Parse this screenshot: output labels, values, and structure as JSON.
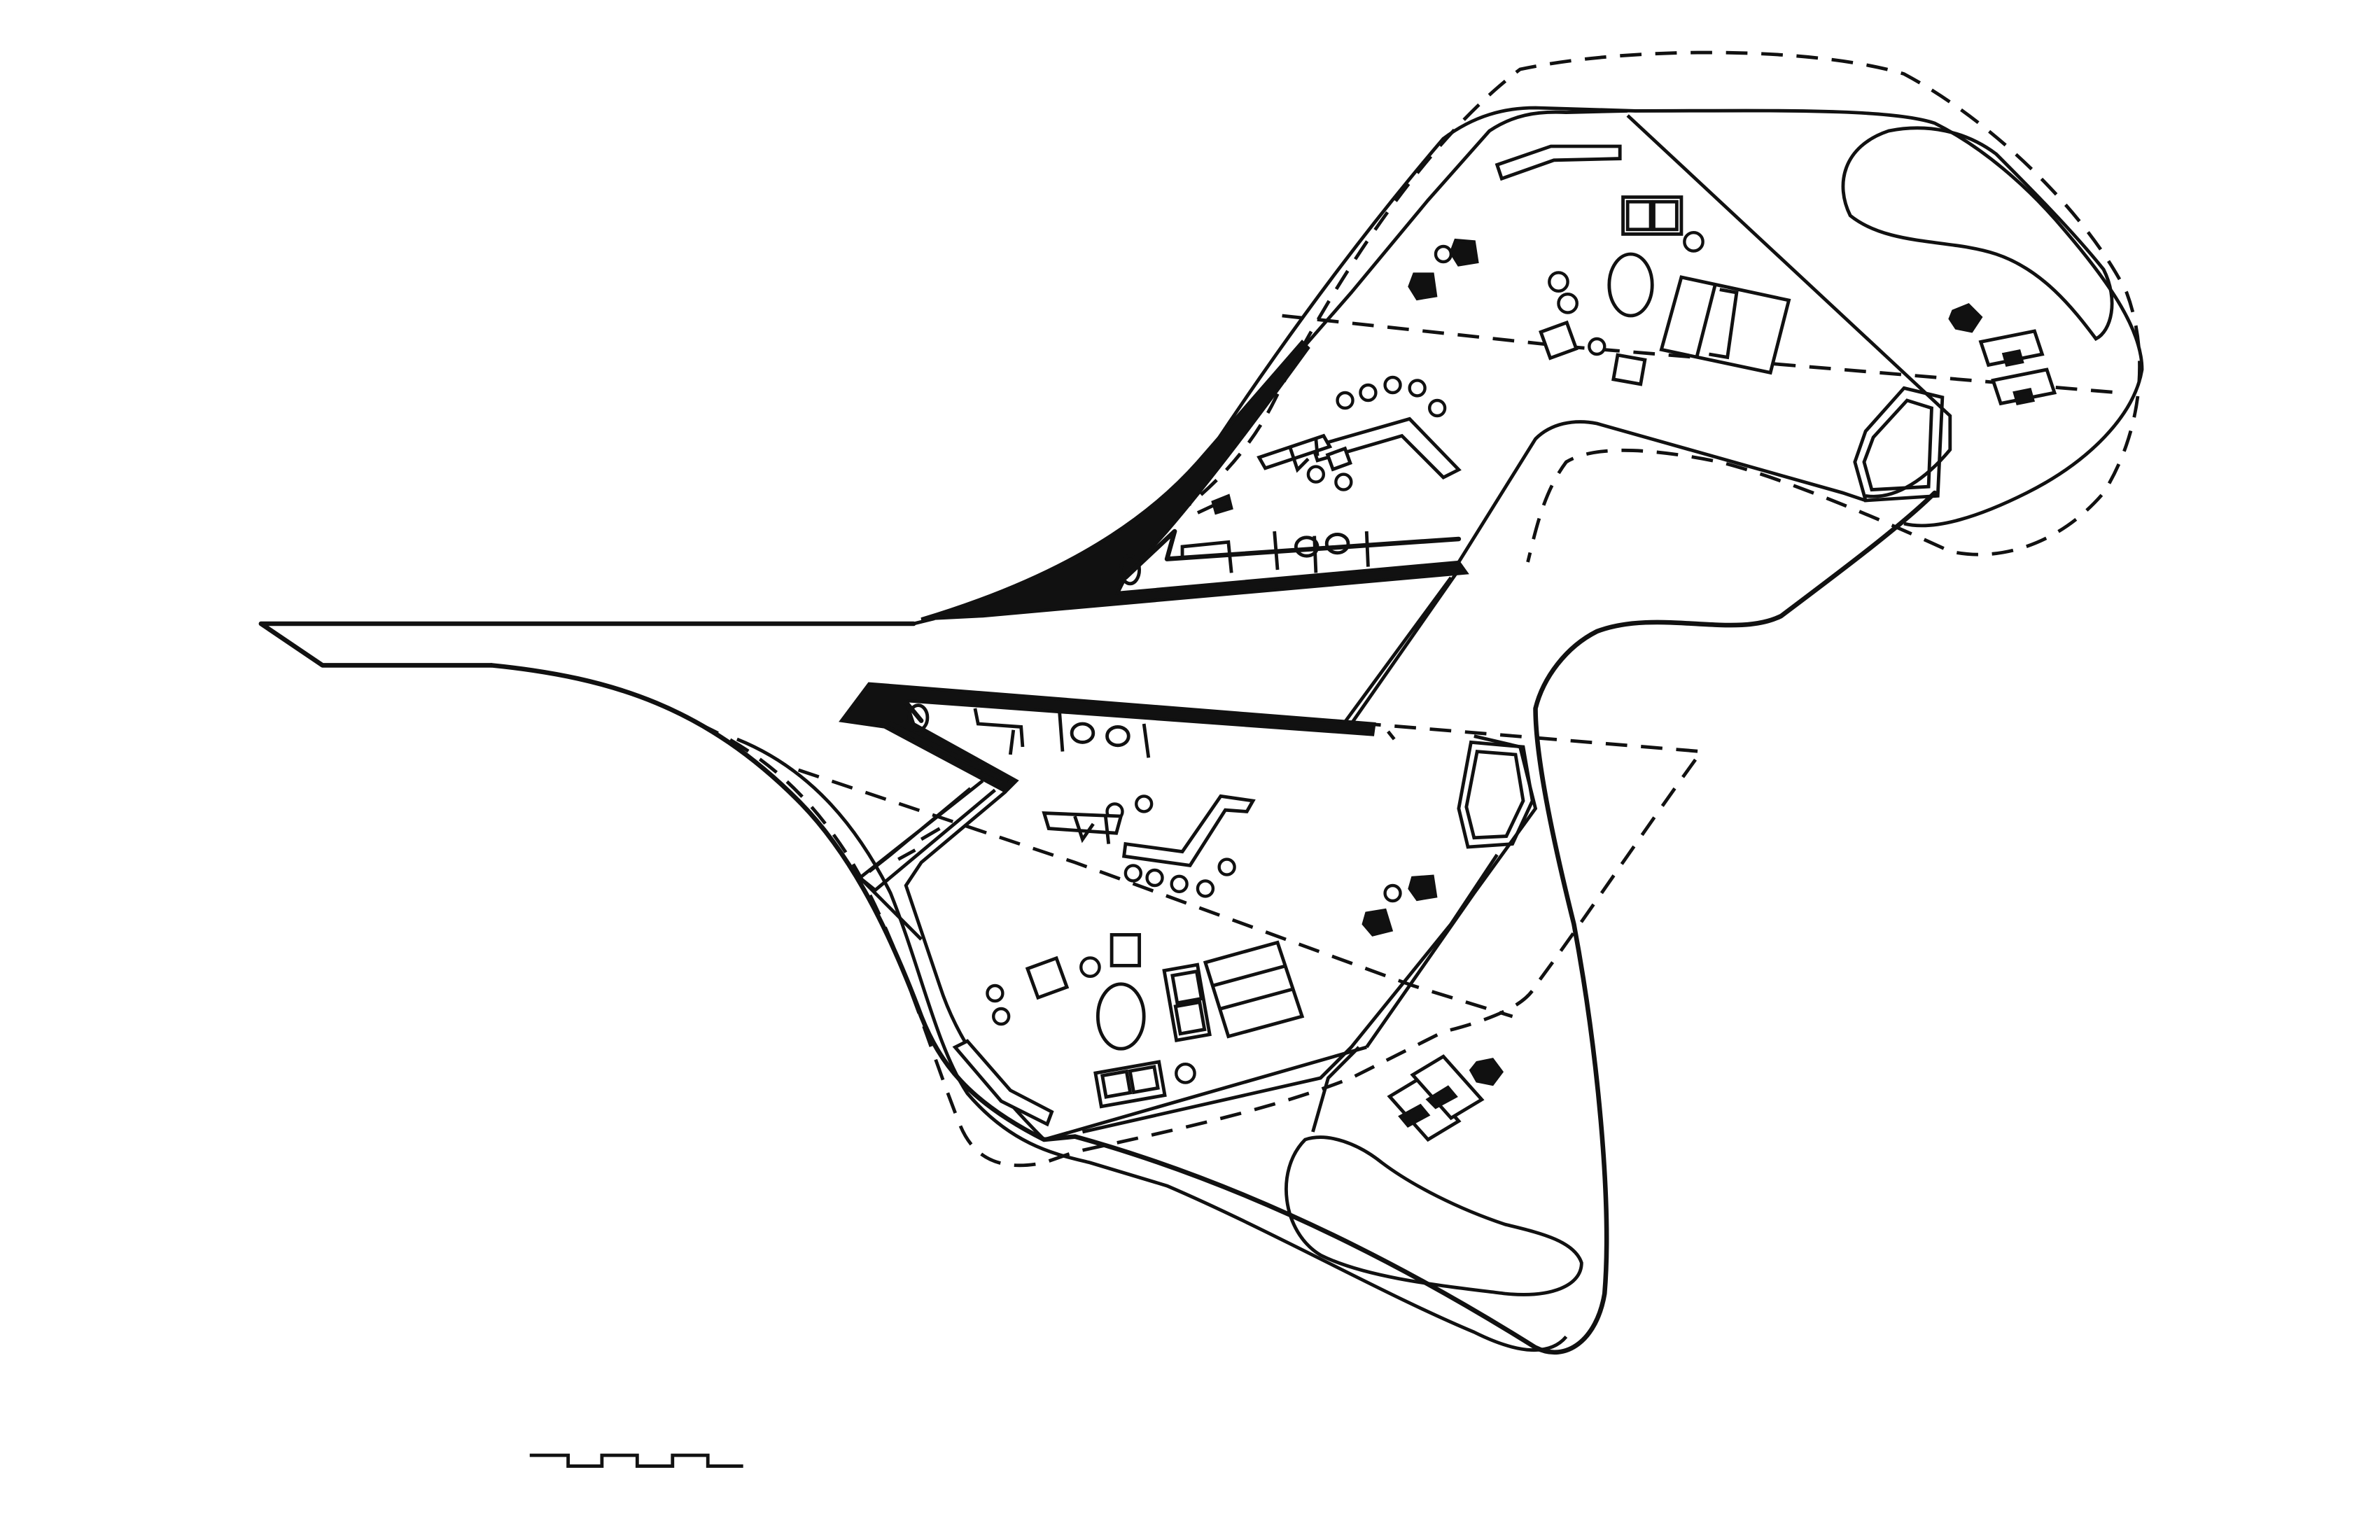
{
  "drawing": {
    "type": "architectural-floor-plan",
    "colors": {
      "ink": "#111111",
      "paper": "#ffffff"
    },
    "units": [
      {
        "id": "upper-unit"
      },
      {
        "id": "lower-unit"
      }
    ],
    "scale_bar": {
      "segments": 6
    }
  }
}
